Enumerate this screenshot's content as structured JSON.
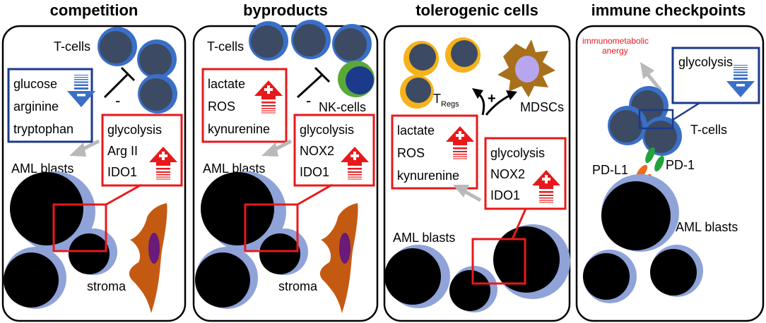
{
  "colors": {
    "red_box": "#e8191b",
    "blue_box": "#1b3a8c",
    "blast_dark": "#000000",
    "blast_halo": "#8fa3d9",
    "tcell_fill": "#3c4b63",
    "tcell_ring": "#3a6fc8",
    "treg_ring": "#f5b21b",
    "nk_ring": "#5aa83a",
    "stroma": "#c45a12",
    "stroma_nucleus": "#6a1a78",
    "mdsc": "#a8701a",
    "mdsc_nucleus": "#b7a6ee",
    "pd1": "#1fa33a",
    "pdl1": "#f06a1a",
    "arrow_gray": "#b9b9b9"
  },
  "panels": [
    {
      "title": "competition",
      "tcells_label": "T-cells",
      "left_box": [
        "glucose",
        "arginine",
        "tryptophan"
      ],
      "left_arrow": "down-arrow-icon",
      "inhibit_sign": "-",
      "right_box": [
        "glycolysis",
        "Arg II",
        "IDO1"
      ],
      "right_arrow": "up-arrow-icon",
      "blasts_label": "AML blasts",
      "stroma_label": "stroma"
    },
    {
      "title": "byproducts",
      "tcells_label": "T-cells",
      "nk_label": "NK-cells",
      "left_box": [
        "lactate",
        "ROS",
        "kynurenine"
      ],
      "inhibit_sign": "-",
      "right_box": [
        "glycolysis",
        "NOX2",
        "IDO1"
      ],
      "blasts_label": "AML blasts",
      "stroma_label": "stroma"
    },
    {
      "title": "tolerogenic cells",
      "treg_label": "T",
      "treg_sub": "Regs",
      "plus_sign": "+",
      "mdsc_label": "MDSCs",
      "left_box": [
        "lactate",
        "ROS",
        "kynurenine"
      ],
      "right_box": [
        "glycolysis",
        "NOX2",
        "IDO1"
      ],
      "blasts_label": "AML blasts"
    },
    {
      "title": "immune checkpoints",
      "anergy_label": "immunometabolic\nanergy",
      "anergy_line1": "immunometabolic",
      "anergy_line2": "anergy",
      "box": [
        "glycolysis"
      ],
      "tcells_label": "T-cells",
      "pdl1_label": "PD-L1",
      "pd1_label": "PD-1",
      "blasts_label": "AML blasts"
    }
  ]
}
